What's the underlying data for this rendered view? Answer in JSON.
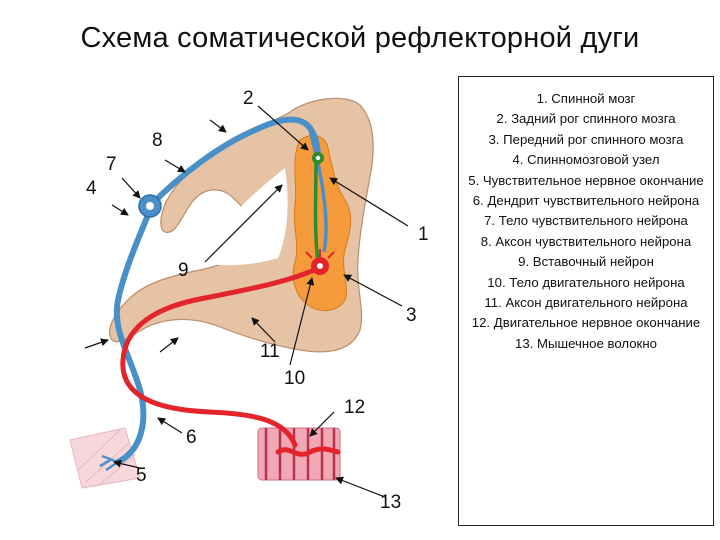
{
  "title": "Схема соматической рефлекторной дуги",
  "labels": {
    "n1": "1",
    "n2": "2",
    "n3": "3",
    "n4": "4",
    "n5": "5",
    "n6": "6",
    "n7": "7",
    "n8": "8",
    "n9": "9",
    "n10": "10",
    "n11": "11",
    "n12": "12",
    "n13": "13"
  },
  "legend": [
    "1. Спинной мозг",
    "2. Задний рог спинного мозга",
    "3. Передний рог спинного мозга",
    "4. Спинномозговой узел",
    "5. Чувствительное нервное окончание",
    "6. Дендрит чувствительного нейрона",
    "7. Тело чувствительного нейрона",
    "8. Аксон чувствительного нейрона",
    "9. Вставочный нейрон",
    "10. Тело двигательного нейрона",
    "11. Аксон двигательного нейрона",
    "12. Двигательное нервное окончание",
    "13. Мышечное волокно"
  ],
  "colors": {
    "white_matter": "#e6c3a4",
    "gray_matter": "#f59b3c",
    "sensory_neuron": "#4a90c8",
    "interneuron": "#2e8b2e",
    "motor_neuron": "#e3242b",
    "muscle": "#f2a7b4",
    "skin": "#f5d7dc"
  }
}
